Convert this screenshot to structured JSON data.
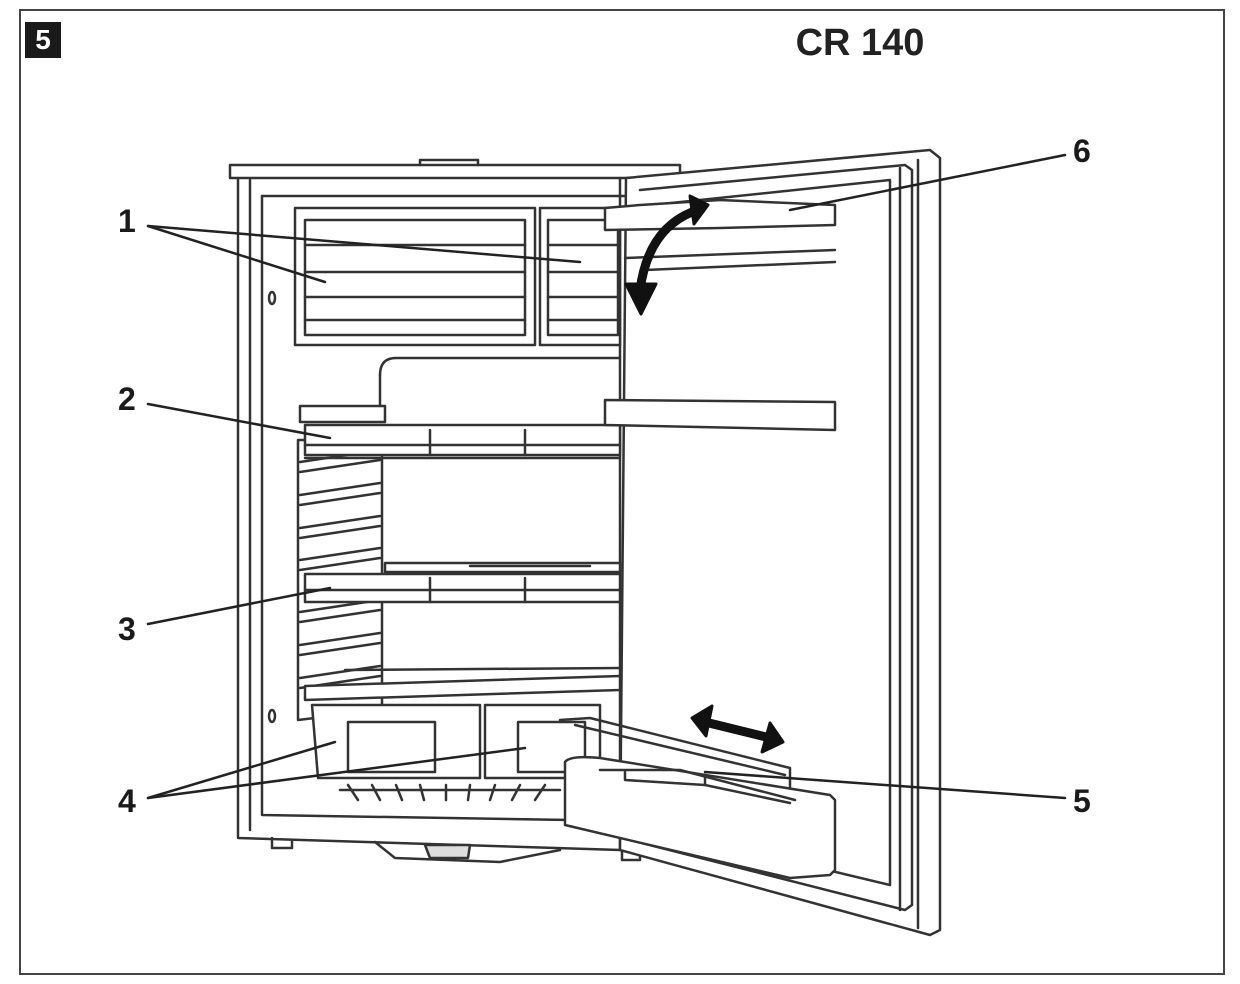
{
  "figure": {
    "number": "5",
    "model": "CR 140"
  },
  "callouts": [
    {
      "id": 1,
      "label": "1"
    },
    {
      "id": 2,
      "label": "2"
    },
    {
      "id": 3,
      "label": "3"
    },
    {
      "id": 4,
      "label": "4"
    },
    {
      "id": 5,
      "label": "5"
    },
    {
      "id": 6,
      "label": "6"
    }
  ],
  "colors": {
    "line": "#333333",
    "frame": "#444444",
    "badge": "#1a1a1a"
  }
}
